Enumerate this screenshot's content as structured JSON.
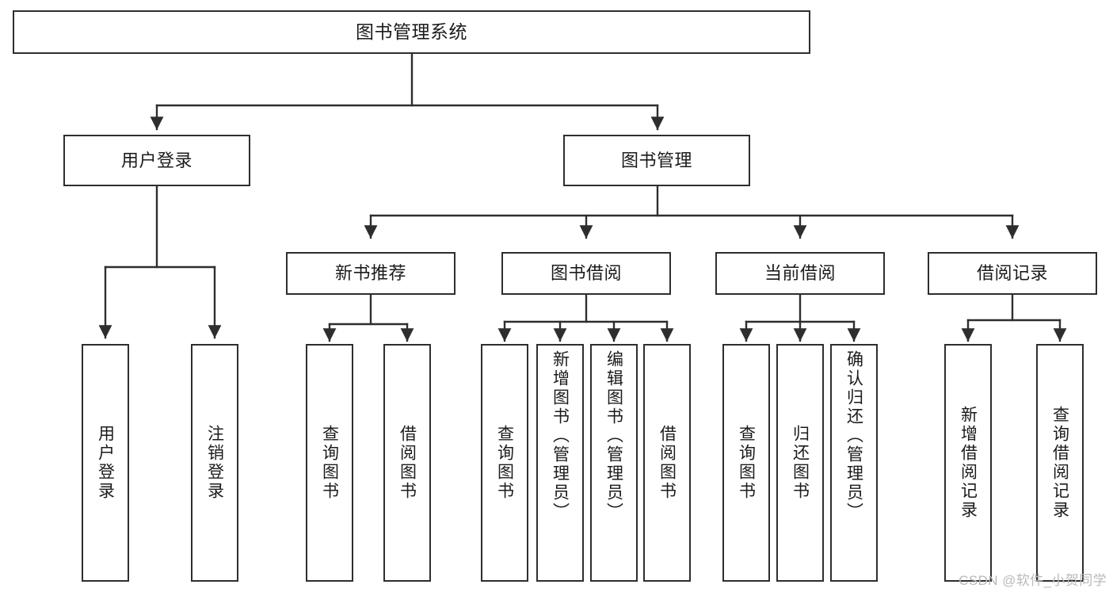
{
  "diagram": {
    "type": "tree-hierarchy",
    "title": "图书管理系统",
    "root": {
      "label": "图书管理系统"
    },
    "level1": [
      {
        "id": "user-login",
        "label": "用户登录"
      },
      {
        "id": "book-manage",
        "label": "图书管理"
      }
    ],
    "level2": [
      {
        "id": "new-book-rec",
        "label": "新书推荐",
        "parent": "book-manage"
      },
      {
        "id": "book-borrow",
        "label": "图书借阅",
        "parent": "book-manage"
      },
      {
        "id": "current-borrow",
        "label": "当前借阅",
        "parent": "book-manage"
      },
      {
        "id": "borrow-record",
        "label": "借阅记录",
        "parent": "book-manage"
      }
    ],
    "leaves": [
      {
        "id": "leaf-user-login",
        "label": "用户登录",
        "parent": "user-login"
      },
      {
        "id": "leaf-logout",
        "label": "注销登录",
        "parent": "user-login"
      },
      {
        "id": "leaf-query-book-1",
        "label": "查询图书",
        "parent": "new-book-rec"
      },
      {
        "id": "leaf-borrow-book-1",
        "label": "借阅图书",
        "parent": "new-book-rec"
      },
      {
        "id": "leaf-query-book-2",
        "label": "查询图书",
        "parent": "book-borrow"
      },
      {
        "id": "leaf-add-book",
        "label": "新增图书（管理员）",
        "parent": "book-borrow"
      },
      {
        "id": "leaf-edit-book",
        "label": "编辑图书（管理员）",
        "parent": "book-borrow"
      },
      {
        "id": "leaf-borrow-book-2",
        "label": "借阅图书",
        "parent": "book-borrow"
      },
      {
        "id": "leaf-query-book-3",
        "label": "查询图书",
        "parent": "current-borrow"
      },
      {
        "id": "leaf-return-book",
        "label": "归还图书",
        "parent": "current-borrow"
      },
      {
        "id": "leaf-confirm-return",
        "label": "确认归还（管理员）",
        "parent": "current-borrow"
      },
      {
        "id": "leaf-add-record",
        "label": "新增借阅记录",
        "parent": "borrow-record"
      },
      {
        "id": "leaf-query-record",
        "label": "查询借阅记录",
        "parent": "borrow-record"
      }
    ],
    "colors": {
      "stroke": "#2e2e2e",
      "fill": "#ffffff",
      "text": "#1b1b1b",
      "watermark": "#b9b9b9"
    }
  },
  "watermark": {
    "text": "CSDN @软件_小贺同学"
  }
}
